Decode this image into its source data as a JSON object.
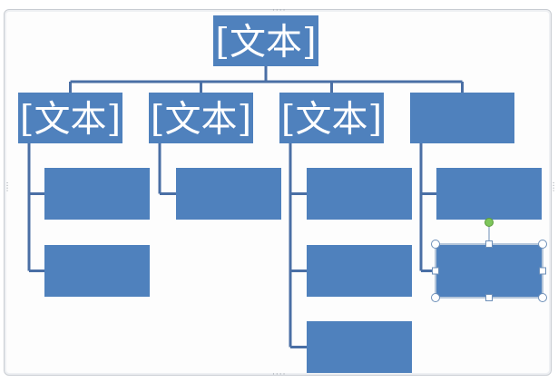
{
  "canvas": {
    "frame_handle_glyph": "····"
  },
  "colors": {
    "node_fill": "#4f81bd",
    "connector": "#4a6fa5",
    "selection_handle_fill": "#ffffff",
    "selection_handle_stroke": "#6d8fb8",
    "rotate_handle": "#7ec65b"
  },
  "smartart": {
    "root": {
      "label": "[文本]"
    },
    "branches": [
      {
        "label": "[文本]",
        "children": [
          {
            "label": ""
          },
          {
            "label": ""
          }
        ]
      },
      {
        "label": "[文本]",
        "children": [
          {
            "label": ""
          }
        ]
      },
      {
        "label": "[文本]",
        "children": [
          {
            "label": ""
          },
          {
            "label": ""
          },
          {
            "label": ""
          }
        ]
      },
      {
        "label": "",
        "children": [
          {
            "label": ""
          },
          {
            "label": "",
            "selected": true
          }
        ]
      }
    ]
  }
}
